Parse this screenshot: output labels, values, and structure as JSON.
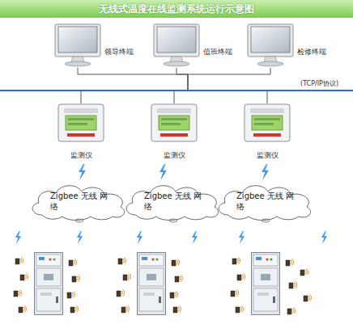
{
  "diagram": {
    "title": "无线式温度在线监测系统运行示意图",
    "nodes": [
      {
        "text": [
          "领导终端"
        ]
      },
      {
        "text": [
          "值班终端"
        ]
      },
      {
        "text": [
          "检修终端"
        ]
      },
      {
        "text": [
          "(TCP/IP协议)"
        ]
      },
      {
        "text": [
          "监测仪"
        ]
      },
      {
        "text": [
          "监测仪"
        ]
      },
      {
        "text": [
          "监测仪"
        ]
      },
      {
        "text": [
          "Zigbee 无线 网络"
        ]
      },
      {
        "text": [
          "Zigbee 无线 网络"
        ]
      },
      {
        "text": [
          "Zigbee 无线 网络"
        ]
      }
    ],
    "edges": [
      {
        "from": 0,
        "to": 3,
        "arrow": "none"
      },
      {
        "from": 1,
        "to": 3,
        "arrow": "none"
      },
      {
        "from": 2,
        "to": 3,
        "arrow": "none"
      },
      {
        "from": 3,
        "to": 4,
        "arrow": "none"
      },
      {
        "from": 3,
        "to": 5,
        "arrow": "none"
      },
      {
        "from": 3,
        "to": 6,
        "arrow": "none"
      }
    ]
  }
}
